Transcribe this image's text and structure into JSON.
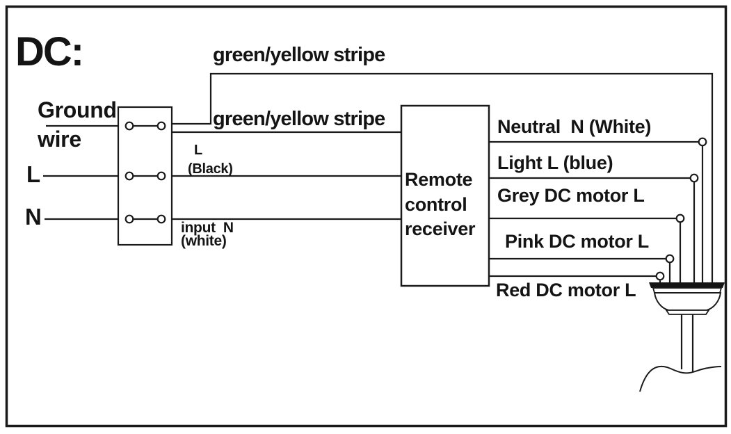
{
  "diagram": {
    "title": "DC:",
    "inputs": {
      "ground_label": "Ground wire",
      "live_label": "L",
      "neutral_label": "N"
    },
    "terminal_block": {
      "terminal_rows": 3
    },
    "wire_labels": {
      "stripe_top": "green/yellow stripe",
      "stripe_mid": "green/yellow stripe",
      "l_black": [
        "L",
        "(Black)"
      ],
      "input_n": [
        "input  N",
        "(white)"
      ]
    },
    "receiver_label": "Remote control receiver",
    "outputs": [
      "Neutral  N (White)",
      "Light L (blue)",
      "Grey DC motor L",
      "Pink DC motor L",
      "Red DC motor L"
    ],
    "wires": [
      {
        "from": "terminal-row-1",
        "to": "fan-canopy",
        "label": "green/yellow stripe"
      },
      {
        "from": "terminal-row-1",
        "to": "receiver",
        "label": "green/yellow stripe"
      },
      {
        "from": "terminal-row-2",
        "to": "receiver",
        "label": "L (Black)"
      },
      {
        "from": "terminal-row-3",
        "to": "receiver",
        "label": "input N (white)"
      },
      {
        "from": "receiver",
        "to": "fan-canopy",
        "label": "Neutral  N (White)"
      },
      {
        "from": "receiver",
        "to": "fan-canopy",
        "label": "Light L (blue)"
      },
      {
        "from": "receiver",
        "to": "fan-canopy",
        "label": "Grey DC motor L"
      },
      {
        "from": "receiver",
        "to": "fan-canopy",
        "label": "Pink DC motor L"
      },
      {
        "from": "receiver",
        "to": "fan-canopy",
        "label": "Red DC motor L"
      }
    ],
    "colors": {
      "ink": "#1a1a1a",
      "background": "#ffffff"
    }
  }
}
